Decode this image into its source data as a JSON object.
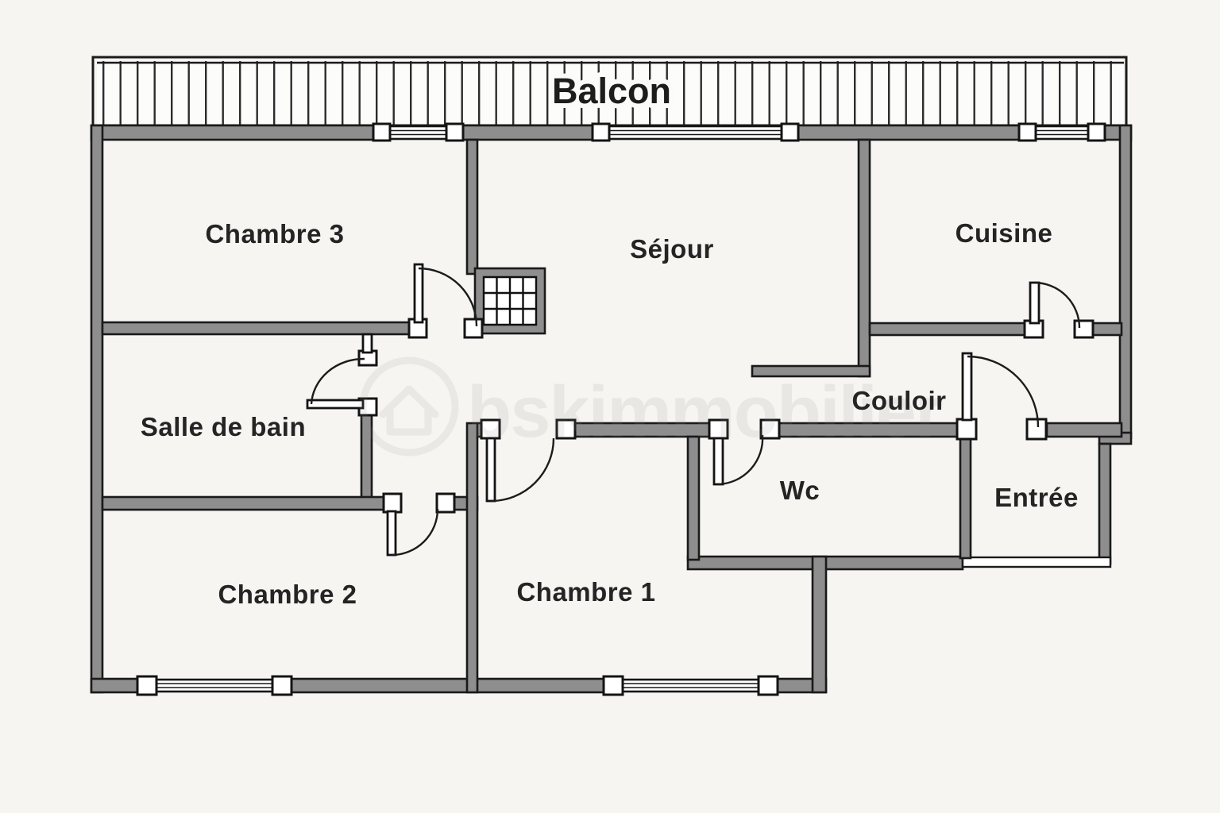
{
  "plan": {
    "balcony_label": "Balcon",
    "rooms": [
      {
        "name": "chambre-3",
        "label": "Chambre 3"
      },
      {
        "name": "sejour",
        "label": "Séjour"
      },
      {
        "name": "cuisine",
        "label": "Cuisine"
      },
      {
        "name": "salle-de-bain",
        "label": "Salle de bain"
      },
      {
        "name": "couloir",
        "label": "Couloir"
      },
      {
        "name": "wc",
        "label": "Wc"
      },
      {
        "name": "entree",
        "label": "Entrée"
      },
      {
        "name": "chambre-2",
        "label": "Chambre 2"
      },
      {
        "name": "chambre-1",
        "label": "Chambre 1"
      }
    ],
    "watermark": "bskimmobilier",
    "colors": {
      "wall_fill": "#8e8e8e",
      "wall_outline": "#1a1a1a",
      "background": "#f6f5f2",
      "label_text": "#242424"
    }
  }
}
